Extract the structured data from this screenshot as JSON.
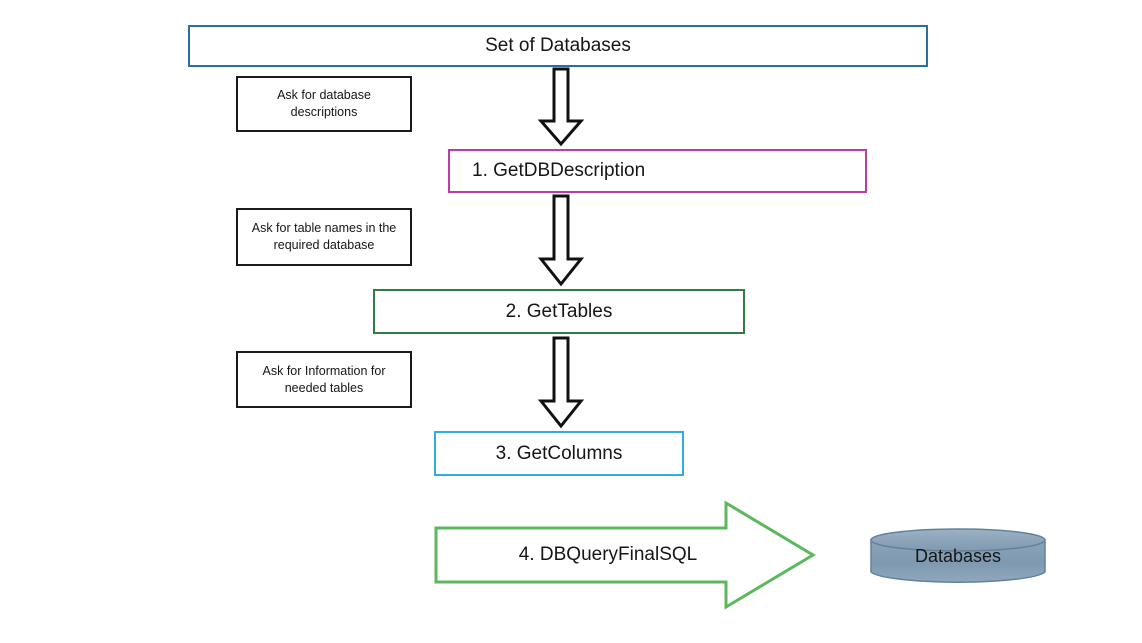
{
  "diagram": {
    "title": "Set of Databases",
    "top_node": {
      "label": "Set of Databases",
      "border_color": "#2a6f9e"
    },
    "steps": [
      {
        "label": "1. GetDBDescription",
        "border_color": "#b63fa6"
      },
      {
        "label": "2. GetTables",
        "border_color": "#2e7d42"
      },
      {
        "label": "3. GetColumns",
        "border_color": "#2eade3"
      },
      {
        "label": "4. DBQueryFinalSQL",
        "border_color": "#5cb85c"
      }
    ],
    "notes": [
      {
        "label": "Ask for database descriptions"
      },
      {
        "label": "Ask for table names in the required database"
      },
      {
        "label": "Ask for Information for needed tables"
      }
    ],
    "datastore": {
      "label": "Databases",
      "fill_color": "#8099b0"
    },
    "connectors": [
      {
        "name": "arrow-down-1",
        "direction": "down"
      },
      {
        "name": "arrow-down-2",
        "direction": "down"
      },
      {
        "name": "arrow-down-3",
        "direction": "down"
      }
    ]
  }
}
